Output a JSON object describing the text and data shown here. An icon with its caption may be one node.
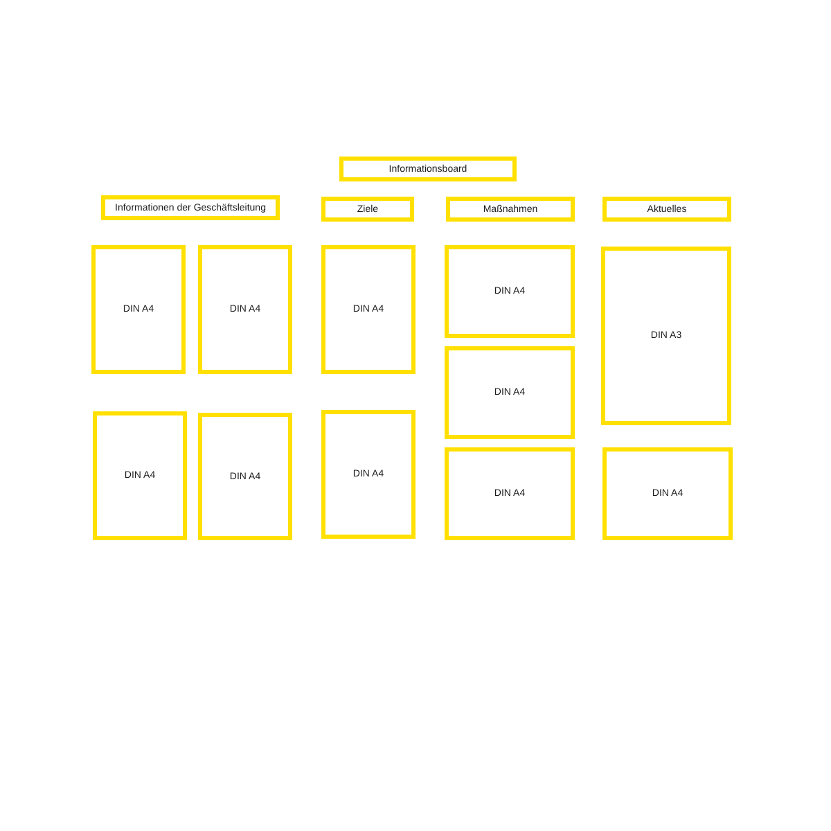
{
  "diagram": {
    "nodes": [
      {
        "text": [
          "Informationsboard"
        ]
      },
      {
        "text": [
          "Informationen der Geschäftsleitung"
        ]
      },
      {
        "text": [
          "Ziele"
        ]
      },
      {
        "text": [
          "Maßnahmen"
        ]
      },
      {
        "text": [
          "Aktuelles"
        ]
      },
      {
        "text": [
          "DIN A4"
        ]
      },
      {
        "text": [
          "DIN A4"
        ]
      },
      {
        "text": [
          "DIN A4"
        ]
      },
      {
        "text": [
          "DIN A4"
        ]
      },
      {
        "text": [
          "DIN A3"
        ]
      },
      {
        "text": [
          "DIN A4"
        ]
      },
      {
        "text": [
          "DIN A4"
        ]
      },
      {
        "text": [
          "DIN A4"
        ]
      },
      {
        "text": [
          "DIN A4"
        ]
      },
      {
        "text": [
          "DIN A4"
        ]
      },
      {
        "text": [
          "DIN A4"
        ]
      }
    ]
  }
}
